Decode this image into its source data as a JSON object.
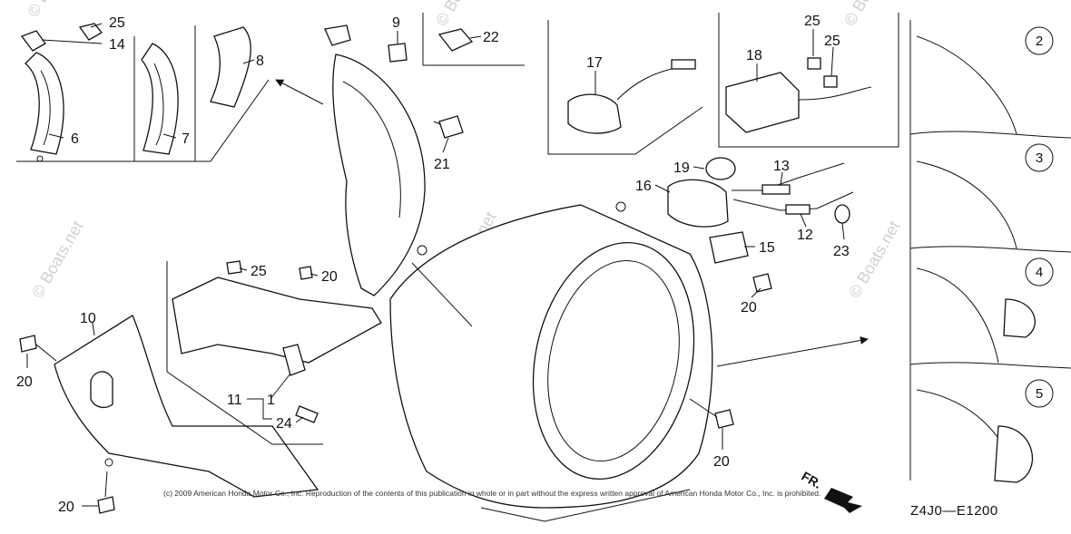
{
  "callouts": [
    {
      "id": "c25a",
      "text": "25"
    },
    {
      "id": "c14",
      "text": "14"
    },
    {
      "id": "c6",
      "text": "6"
    },
    {
      "id": "c7",
      "text": "7"
    },
    {
      "id": "c8",
      "text": "8"
    },
    {
      "id": "c9",
      "text": "9"
    },
    {
      "id": "c22",
      "text": "22"
    },
    {
      "id": "c21",
      "text": "21"
    },
    {
      "id": "c17",
      "text": "17"
    },
    {
      "id": "c25b",
      "text": "25"
    },
    {
      "id": "c25c",
      "text": "25"
    },
    {
      "id": "c18",
      "text": "18"
    },
    {
      "id": "c19",
      "text": "19"
    },
    {
      "id": "c13",
      "text": "13"
    },
    {
      "id": "c16",
      "text": "16"
    },
    {
      "id": "c12",
      "text": "12"
    },
    {
      "id": "c23",
      "text": "23"
    },
    {
      "id": "c15",
      "text": "15"
    },
    {
      "id": "c20a",
      "text": "20"
    },
    {
      "id": "c25d",
      "text": "25"
    },
    {
      "id": "c20b",
      "text": "20"
    },
    {
      "id": "c10",
      "text": "10"
    },
    {
      "id": "c20c",
      "text": "20"
    },
    {
      "id": "c11",
      "text": "11"
    },
    {
      "id": "c1",
      "text": "1"
    },
    {
      "id": "c24",
      "text": "24"
    },
    {
      "id": "c20d",
      "text": "20"
    },
    {
      "id": "c20e",
      "text": "20"
    }
  ],
  "variants": [
    {
      "id": "v2",
      "text": "2"
    },
    {
      "id": "v3",
      "text": "3"
    },
    {
      "id": "v4",
      "text": "4"
    },
    {
      "id": "v5",
      "text": "5"
    }
  ],
  "watermark": "© Boats.net",
  "copyright": "(c) 2009 American Honda Motor Co., Inc. Reproduction of the contents of this publication in whole or in part without the express written approval of American Honda Motor Co., Inc. is prohibited.",
  "diagram_code": "Z4J0—E1200",
  "front_marker": "FR."
}
